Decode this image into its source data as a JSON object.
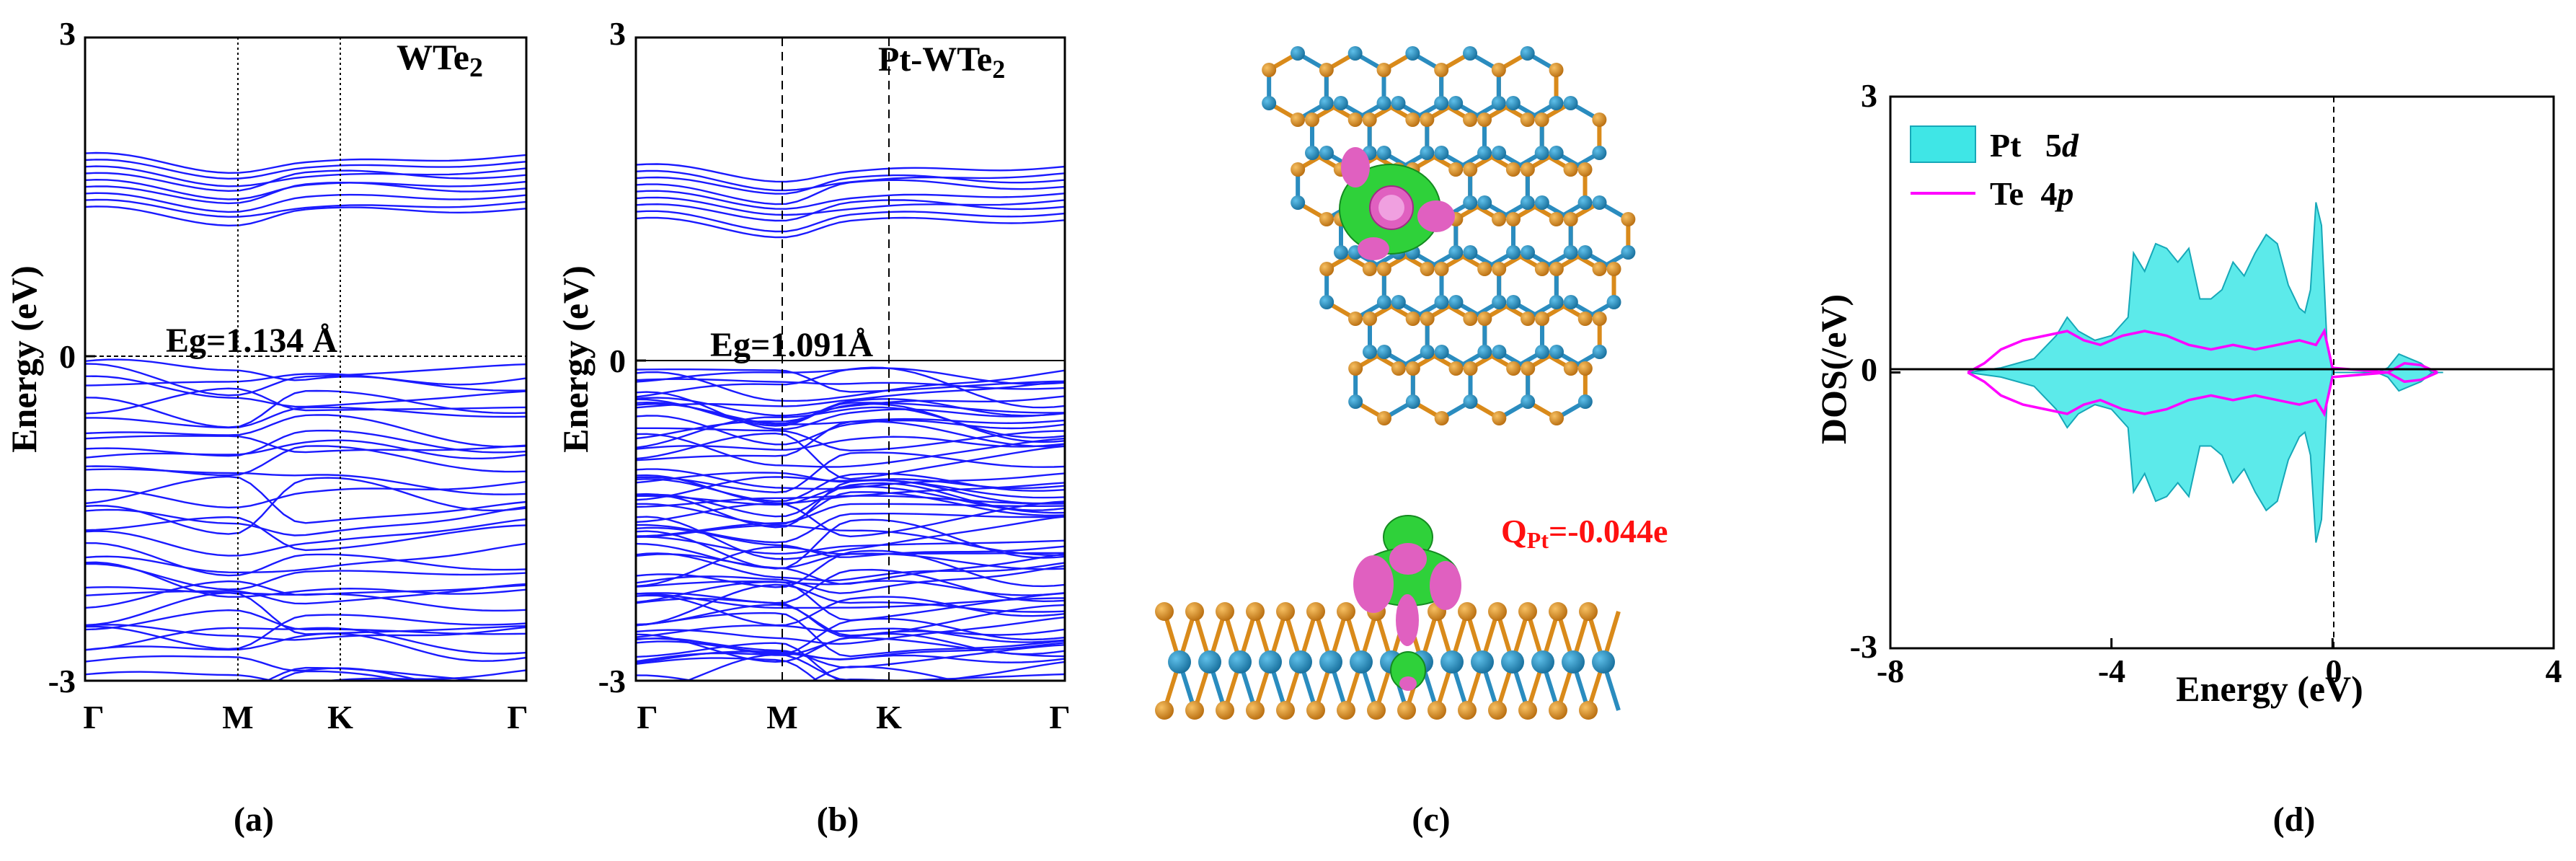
{
  "figure": {
    "panel_labels": [
      "(a)",
      "(b)",
      "(c)",
      "(d)"
    ]
  },
  "chart_data": [
    {
      "type": "line",
      "panel": "(a)",
      "inset_label": "WTe2",
      "ylabel": "Energy (eV)",
      "ylim": [
        -3,
        3
      ],
      "y_ticks": [
        "3",
        "0",
        "-3"
      ],
      "x_ticks": [
        "Γ",
        "M",
        "K",
        "Γ"
      ],
      "fermi_level": 0,
      "annotation": "Eg=1.134 Å",
      "line_color": "#1a1aff",
      "conduction_band_range": [
        1.3,
        1.8
      ],
      "valence_band_max": -0.05
    },
    {
      "type": "line",
      "panel": "(b)",
      "inset_label": "Pt-WTe2",
      "ylabel": "Energy (eV)",
      "ylim": [
        -3,
        3
      ],
      "y_ticks": [
        "3",
        "0",
        "-3"
      ],
      "x_ticks": [
        "Γ",
        "M",
        "K",
        "Γ"
      ],
      "fermi_level": 0,
      "annotation": "Eg=1.091Å",
      "line_color": "#1a1aff",
      "conduction_band_range": [
        1.2,
        1.7
      ],
      "valence_band_max": -0.1
    },
    {
      "type": "other",
      "panel": "(c)",
      "annotation": "QPt=-0.044e",
      "annotation_color": "#ff1010",
      "colors": {
        "te": "#d98a1a",
        "w": "#2a8cbf",
        "depletion": "#2fd13a",
        "accumulation": "#e060c0"
      }
    },
    {
      "type": "area",
      "panel": "(d)",
      "xlabel": "Energy (eV)",
      "ylabel": "DOS(/eV)",
      "xlim": [
        -8,
        4
      ],
      "ylim": [
        -3,
        3
      ],
      "x_ticks": [
        "-8",
        "-4",
        "0",
        "4"
      ],
      "y_ticks": [
        "3",
        "0",
        "-3"
      ],
      "legend_position": "top-left",
      "series": [
        {
          "name": "Pt 5d",
          "color": "#3fe6e6",
          "style": "fill",
          "x": [
            -6.6,
            -6.0,
            -5.4,
            -5.0,
            -4.8,
            -4.6,
            -4.3,
            -4.0,
            -3.7,
            -3.6,
            -3.4,
            -3.2,
            -3.0,
            -2.8,
            -2.6,
            -2.4,
            -2.2,
            -2.0,
            -1.8,
            -1.6,
            -1.4,
            -1.2,
            -1.0,
            -0.8,
            -0.6,
            -0.5,
            -0.4,
            -0.3,
            -0.2,
            -0.1,
            0.0,
            0.8,
            1.0,
            1.2,
            1.4,
            1.6,
            1.8,
            2.0
          ],
          "y": [
            0.0,
            0.05,
            0.15,
            0.4,
            0.6,
            0.45,
            0.35,
            0.4,
            0.6,
            1.3,
            1.1,
            1.4,
            1.35,
            1.2,
            1.35,
            0.8,
            0.8,
            0.9,
            1.2,
            1.05,
            1.3,
            1.5,
            1.4,
            0.95,
            0.7,
            0.65,
            0.9,
            1.85,
            1.6,
            0.3,
            0.0,
            0.0,
            0.05,
            0.2,
            0.15,
            0.1,
            0.0,
            0.0
          ]
        },
        {
          "name": "Te 4p",
          "color": "#ff00ff",
          "style": "line",
          "x": [
            -6.6,
            -6.3,
            -6.0,
            -5.6,
            -5.2,
            -4.8,
            -4.5,
            -4.2,
            -3.8,
            -3.4,
            -3.0,
            -2.6,
            -2.2,
            -1.8,
            -1.4,
            -1.0,
            -0.6,
            -0.3,
            -0.15,
            0.0,
            1.0,
            1.3,
            1.6,
            1.9
          ],
          "y": [
            0.0,
            0.1,
            0.25,
            0.35,
            0.4,
            0.45,
            0.35,
            0.3,
            0.4,
            0.45,
            0.4,
            0.3,
            0.25,
            0.3,
            0.25,
            0.3,
            0.35,
            0.3,
            0.45,
            0.05,
            0.0,
            0.1,
            0.08,
            0.0
          ]
        }
      ]
    }
  ]
}
